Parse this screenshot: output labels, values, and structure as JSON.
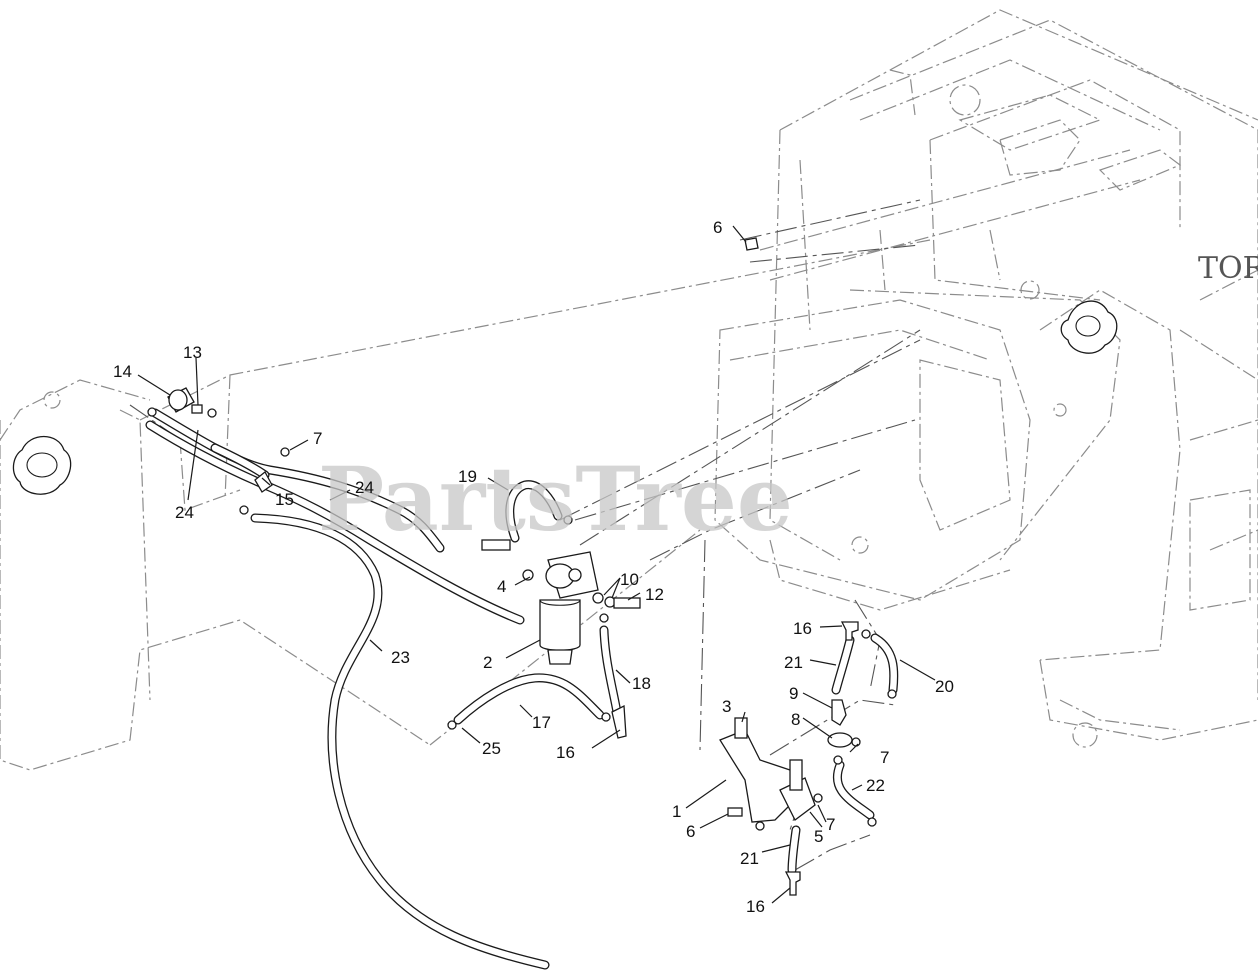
{
  "watermark": "PartsTree",
  "brand_mark": "TOR",
  "callouts": [
    "1",
    "2",
    "3",
    "4",
    "5",
    "6",
    "6",
    "7",
    "7",
    "7",
    "8",
    "9",
    "10",
    "12",
    "13",
    "14",
    "15",
    "16",
    "16",
    "16",
    "17",
    "18",
    "19",
    "20",
    "21",
    "21",
    "22",
    "23",
    "24",
    "24",
    "25"
  ]
}
